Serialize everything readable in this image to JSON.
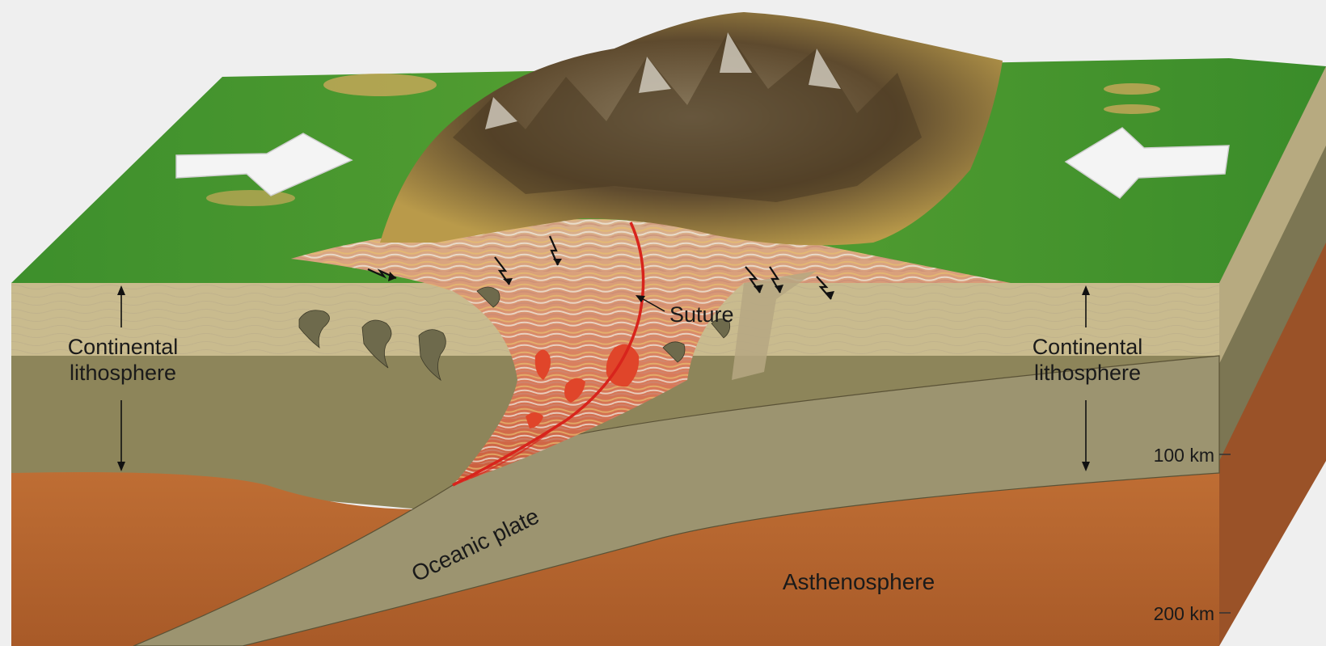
{
  "labels": {
    "left_lithosphere_line1": "Continental",
    "left_lithosphere_line2": "lithosphere",
    "right_lithosphere_line1": "Continental",
    "right_lithosphere_line2": "lithosphere",
    "suture": "Suture",
    "oceanic_plate": "Oceanic plate",
    "asthenosphere": "Asthenosphere",
    "depth_100": "100 km",
    "depth_200": "200 km"
  },
  "colors": {
    "background": "#efefef",
    "land_green": "#3f8f2a",
    "mountain_brown": "#6b5433",
    "upper_crust": "#c9bb8e",
    "lower_lithosphere": "#8d855a",
    "asthenosphere": "#b8682e",
    "oceanic_plate": "#9c9470",
    "magma": "#e0452a",
    "suture_line": "#d8241c"
  },
  "icons": {
    "left_arrow": "arrow-right-icon",
    "right_arrow": "arrow-left-icon"
  }
}
